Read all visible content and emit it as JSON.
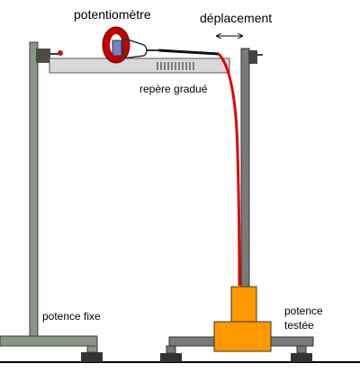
{
  "labels": {
    "potentiometer": "potentiomètre",
    "displacement": "déplacement",
    "graduated_scale": "repère gradué",
    "fixed_stand": "potence fixe",
    "tested_stand_line1": "potence",
    "tested_stand_line2": "testée"
  },
  "colors": {
    "stand": "#8a9684",
    "stand_dark": "#4a4d46",
    "rule": "#d9d9d9",
    "potentiometer": "#c00000",
    "wire": "#e00000",
    "block": "#ff9900",
    "tested_pole": "#7a7a7a"
  }
}
